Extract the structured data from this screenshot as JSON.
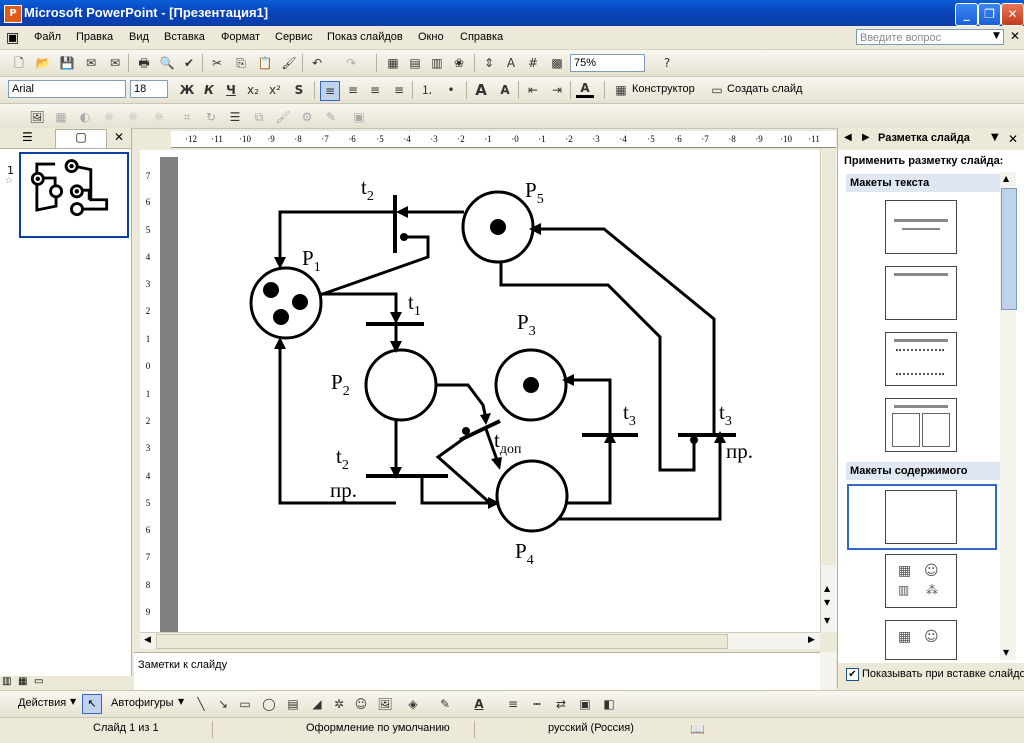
{
  "window": {
    "title": "Microsoft PowerPoint - [Презентация1]"
  },
  "menu": [
    "Файл",
    "Правка",
    "Вид",
    "Вставка",
    "Формат",
    "Сервис",
    "Показ слайдов",
    "Окно",
    "Справка"
  ],
  "help_search": {
    "placeholder": "Введите вопрос"
  },
  "toolbar": {
    "zoom": "75%",
    "font": "Arial",
    "size": "18",
    "bold": "Ж",
    "italic": "К",
    "underline": "Ч",
    "designer": "Конструктор",
    "new_slide": "Создать слайд"
  },
  "slides_pane": {
    "slide_number": "1"
  },
  "diagram": {
    "places": [
      "P",
      "P",
      "P",
      "P",
      "P"
    ],
    "place_subs": [
      "1",
      "2",
      "3",
      "4",
      "5"
    ],
    "t1": "t",
    "t1_sub": "1",
    "t2": "t",
    "t2_sub": "2",
    "t2pr": "t",
    "t2pr_sub": "2",
    "t2pr_suffix": "пр.",
    "t3": "t",
    "t3_sub": "3",
    "t3pr": "t",
    "t3pr_sub": "3",
    "t3pr_suffix": "пр.",
    "tdop": "t",
    "tdop_sub": "доп"
  },
  "task_pane": {
    "title": "Разметка слайда",
    "apply_label": "Применить разметку слайда:",
    "section_text": "Макеты текста",
    "section_content": "Макеты содержимого",
    "show_on_insert": "Показывать при вставке слайдов"
  },
  "notes": {
    "placeholder": "Заметки к слайду"
  },
  "drawbar": {
    "actions": "Действия",
    "autoshapes": "Автофигуры"
  },
  "status": {
    "slide": "Слайд 1 из 1",
    "design": "Оформление по умолчанию",
    "language": "русский (Россия)"
  }
}
